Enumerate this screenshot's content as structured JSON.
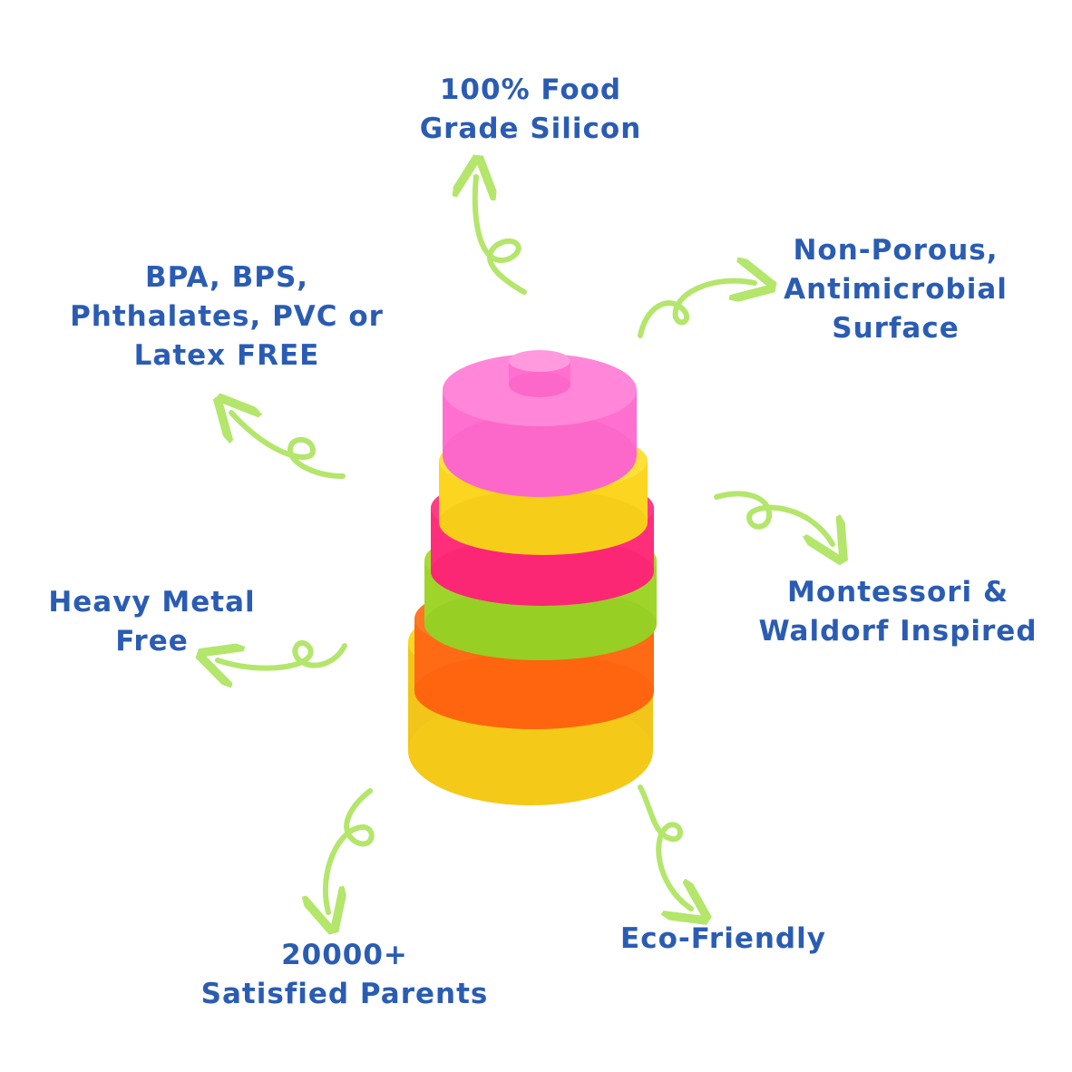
{
  "features": [
    {
      "id": "food-grade",
      "lines": [
        "100% Food",
        "Grade Silicon"
      ]
    },
    {
      "id": "non-porous",
      "lines": [
        "Non-Porous,",
        "Antimicrobial",
        "Surface"
      ]
    },
    {
      "id": "bpa-free",
      "lines": [
        "BPA, BPS,",
        "Phthalates, PVC or",
        "Latex FREE"
      ]
    },
    {
      "id": "montessori",
      "lines": [
        "Montessori &",
        "Waldorf Inspired"
      ]
    },
    {
      "id": "heavy-metal",
      "lines": [
        "Heavy Metal",
        "Free"
      ]
    },
    {
      "id": "parents",
      "lines": [
        "20000+",
        "Satisfied Parents"
      ]
    },
    {
      "id": "eco",
      "lines": [
        "Eco-Friendly"
      ]
    }
  ],
  "colors": {
    "text": "#2a5cb3",
    "arrow": "#b3e66b",
    "ring_pink": "#ff6fcf",
    "ring_yellow": "#fbd51f",
    "ring_hotpink": "#ff2e7a",
    "ring_green": "#9fd52b",
    "ring_orange": "#ff6a14"
  }
}
